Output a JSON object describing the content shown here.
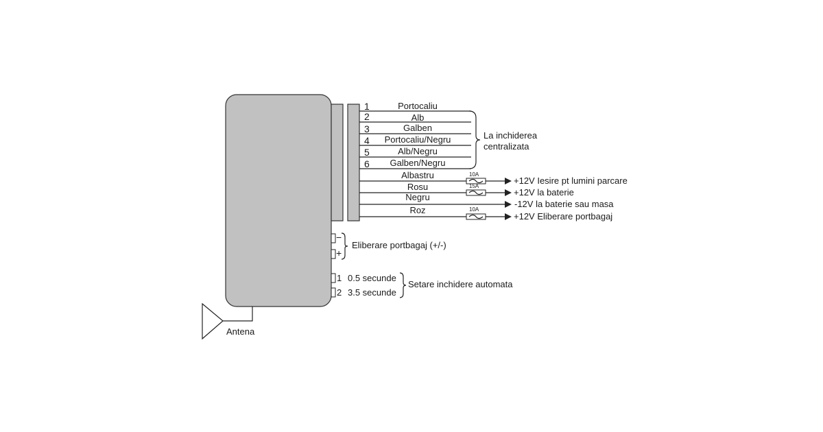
{
  "colors": {
    "module_fill": "#c1c1c1",
    "line": "#222222"
  },
  "wires_top": [
    {
      "num": "1",
      "label": "Portocaliu"
    },
    {
      "num": "2",
      "label": "Alb"
    },
    {
      "num": "3",
      "label": "Galben"
    },
    {
      "num": "4",
      "label": "Portocaliu/Negru"
    },
    {
      "num": "5",
      "label": "Alb/Negru"
    },
    {
      "num": "6",
      "label": "Galben/Negru"
    }
  ],
  "central_lock": {
    "line1": "La inchiderea",
    "line2": "centralizata"
  },
  "wires_power": [
    {
      "label": "Albastru",
      "fuse": "10A",
      "target": "+12V Iesire pt lumini parcare"
    },
    {
      "label": "Rosu",
      "fuse": "15A",
      "target": "+12V la baterie"
    },
    {
      "label": "Negru",
      "fuse": null,
      "target": "-12V la baterie sau masa"
    },
    {
      "label": "Roz",
      "fuse": "10A",
      "target": "+12V Eliberare portbagaj"
    }
  ],
  "trunk": {
    "minus": "−",
    "plus": "+",
    "label": "Eliberare portbagaj (+/-)"
  },
  "auto_lock": {
    "options": [
      {
        "num": "1",
        "label": "0.5 secunde"
      },
      {
        "num": "2",
        "label": "3.5 secunde"
      }
    ],
    "label": "Setare inchidere automata"
  },
  "antenna": {
    "label": "Antena"
  }
}
